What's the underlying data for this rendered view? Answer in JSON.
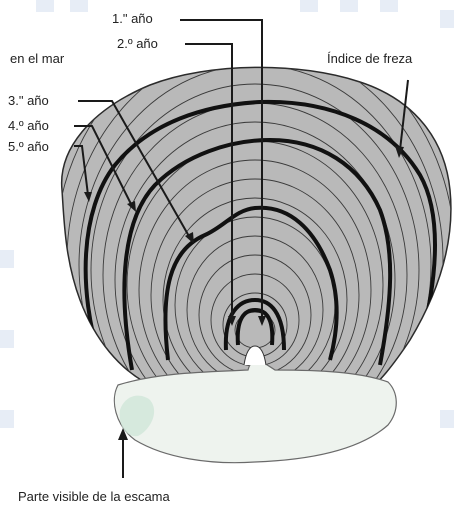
{
  "labels": {
    "year1": "1.\" año",
    "year2": "2.º año",
    "at_sea": "en el mar",
    "spawning_index": "Índice de freza",
    "year3": "3.\" año",
    "year4": "4.º año",
    "year5": "5.º año",
    "visible_part": "Parte visible de la escama"
  },
  "colors": {
    "scale_ink": "#2b2b2b",
    "scale_fill": "#b9b9b9",
    "visible_part_fill": "#eef3ee",
    "visible_part_tint": "#cfe6d8",
    "pointer": "#1a1a1a",
    "watermark": "#e7edf6"
  }
}
